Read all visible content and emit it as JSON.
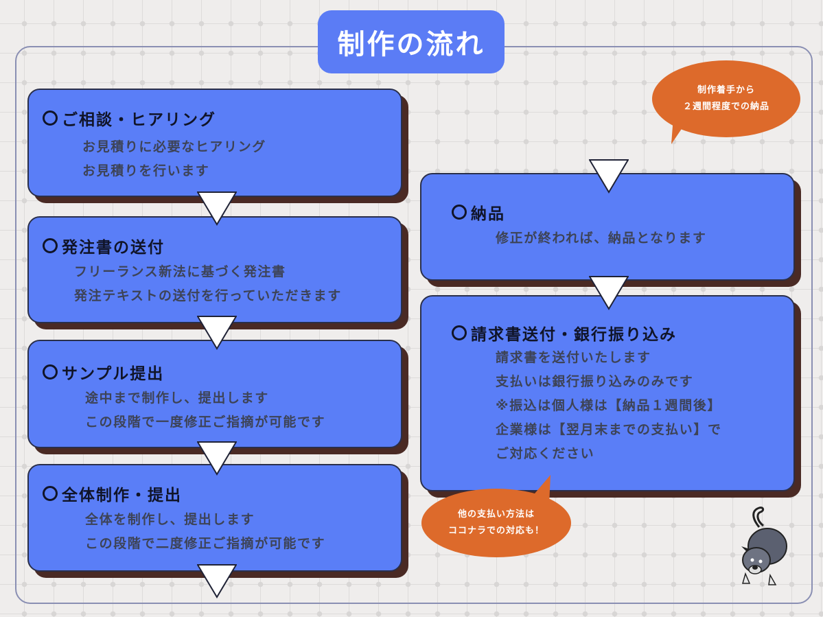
{
  "title": "制作の流れ",
  "steps": [
    {
      "title": "ご相談・ヒアリング",
      "lines": [
        "お見積りに必要なヒアリング",
        "お見積りを行います"
      ]
    },
    {
      "title": "発注書の送付",
      "lines": [
        "フリーランス新法に基づく発注書",
        "発注テキストの送付を行っていただきます"
      ]
    },
    {
      "title": "サンプル提出",
      "lines": [
        "途中まで制作し、提出します",
        "この段階で一度修正ご指摘が可能です"
      ]
    },
    {
      "title": "全体制作・提出",
      "lines": [
        "全体を制作し、提出します",
        "この段階で二度修正ご指摘が可能です"
      ]
    },
    {
      "title": "納品",
      "lines": [
        "修正が終われば、納品となります"
      ]
    },
    {
      "title": "請求書送付・銀行振り込み",
      "lines": [
        "請求書を送付いたします",
        "支払いは銀行振り込みのみです",
        "※振込は個人様は【納品１週間後】",
        "企業様は【翌月末までの支払い】で",
        "ご対応ください"
      ]
    }
  ],
  "bubbles": {
    "top": [
      "制作着手から",
      "２週間程度での納品"
    ],
    "bottom": [
      "他の支払い方法は",
      "ココナラでの対応も！"
    ]
  },
  "colors": {
    "step_fill": "#5a7ef7",
    "title_fill": "#5b7cf5",
    "bubble_fill": "#dd6a2b",
    "shadow": "#4a2a24"
  }
}
